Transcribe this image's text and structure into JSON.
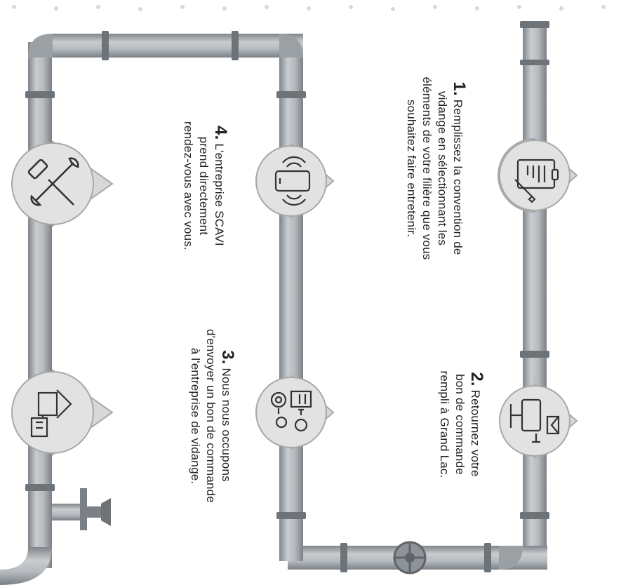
{
  "steps": [
    {
      "number": "1.",
      "lines": [
        "Remplissez la convention de",
        "vidange en sélectionnant les",
        "éléments de votre filière que vous",
        "souhaitez faire entretenir."
      ],
      "icon": "clipboard-signing-icon"
    },
    {
      "number": "2.",
      "lines": [
        "Retournez votre",
        "bon de commande",
        "rempli à Grand Lac."
      ],
      "icon": "mailbox-icon"
    },
    {
      "number": "3.",
      "lines": [
        "Nous nous occupons",
        "d'envoyer un bon de commande",
        "à l'entreprise de vidange."
      ],
      "icon": "document-gear-workflow-icon"
    },
    {
      "number": "4.",
      "lines": [
        "L'entreprise SCAVI",
        "prend directement",
        "rendez-vous avec vous."
      ],
      "icon": "phone-call-icon"
    }
  ],
  "extra_icons": [
    "wrench-screwdriver-icon",
    "house-septic-tank-icon",
    "faucet-valve-icon"
  ],
  "colors": {
    "pipe_fill": "#b7bcc0",
    "pipe_shadow": "#8a9095",
    "joint": "#6e7377",
    "drop": "#dcdcdc",
    "drop_outline": "#a8a8a8",
    "text": "#222222"
  }
}
